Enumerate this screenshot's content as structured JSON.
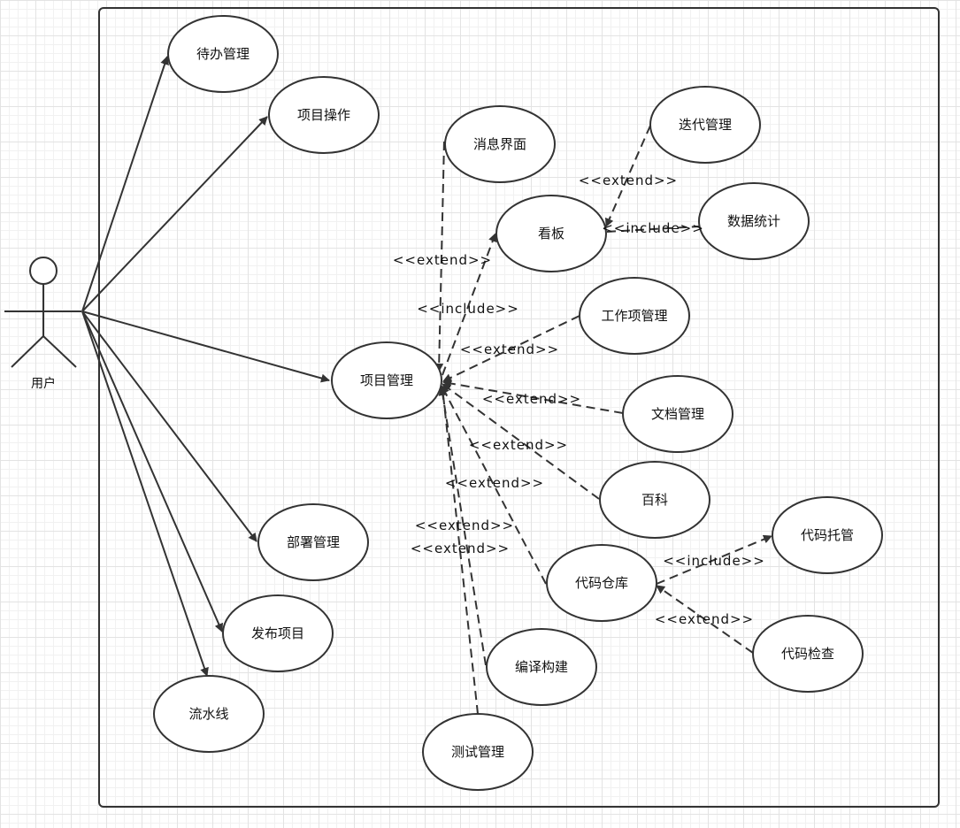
{
  "colors": {
    "stroke": "#333333",
    "ellipse_fill": "#ffffff",
    "text": "#111111"
  },
  "actor": {
    "label": "用户"
  },
  "use_cases": [
    {
      "id": "todo",
      "label": "待办管理"
    },
    {
      "id": "proj_op",
      "label": "项目操作"
    },
    {
      "id": "msg",
      "label": "消息界面"
    },
    {
      "id": "iter",
      "label": "迭代管理"
    },
    {
      "id": "board",
      "label": "看板"
    },
    {
      "id": "stats",
      "label": "数据统计"
    },
    {
      "id": "workitem",
      "label": "工作项管理"
    },
    {
      "id": "proj_mgmt",
      "label": "项目管理"
    },
    {
      "id": "doc",
      "label": "文档管理"
    },
    {
      "id": "wiki",
      "label": "百科"
    },
    {
      "id": "deploy",
      "label": "部署管理"
    },
    {
      "id": "repo",
      "label": "代码仓库"
    },
    {
      "id": "hosting",
      "label": "代码托管"
    },
    {
      "id": "release",
      "label": "发布项目"
    },
    {
      "id": "build",
      "label": "编译构建"
    },
    {
      "id": "check",
      "label": "代码检查"
    },
    {
      "id": "pipeline",
      "label": "流水线"
    },
    {
      "id": "test",
      "label": "测试管理"
    }
  ],
  "relations": [
    {
      "id": "r_msg",
      "label": "<<extend>>"
    },
    {
      "id": "r_board",
      "label": "<<include>>"
    },
    {
      "id": "r_iter",
      "label": "<<extend>>"
    },
    {
      "id": "r_stats",
      "label": "<<include>>"
    },
    {
      "id": "r_workitem",
      "label": "<<extend>>"
    },
    {
      "id": "r_doc",
      "label": "<<extend>>"
    },
    {
      "id": "r_wiki",
      "label": "<<extend>>"
    },
    {
      "id": "r_repo",
      "label": "<<extend>>"
    },
    {
      "id": "r_build",
      "label": "<<extend>>"
    },
    {
      "id": "r_test",
      "label": "<<extend>>"
    },
    {
      "id": "r_hosting",
      "label": "<<include>>"
    },
    {
      "id": "r_check",
      "label": "<<extend>>"
    }
  ]
}
